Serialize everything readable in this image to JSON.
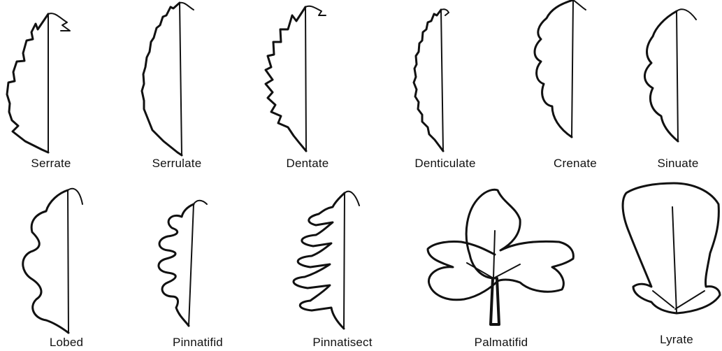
{
  "leaf_margins": [
    {
      "label": "Serrate"
    },
    {
      "label": "Serrulate"
    },
    {
      "label": "Dentate"
    },
    {
      "label": "Denticulate"
    },
    {
      "label": "Crenate"
    },
    {
      "label": "Sinuate"
    },
    {
      "label": "Lobed"
    },
    {
      "label": "Pinnatifid"
    },
    {
      "label": "Pinnatisect"
    },
    {
      "label": "Palmatifid"
    },
    {
      "label": "Lyrate"
    }
  ]
}
